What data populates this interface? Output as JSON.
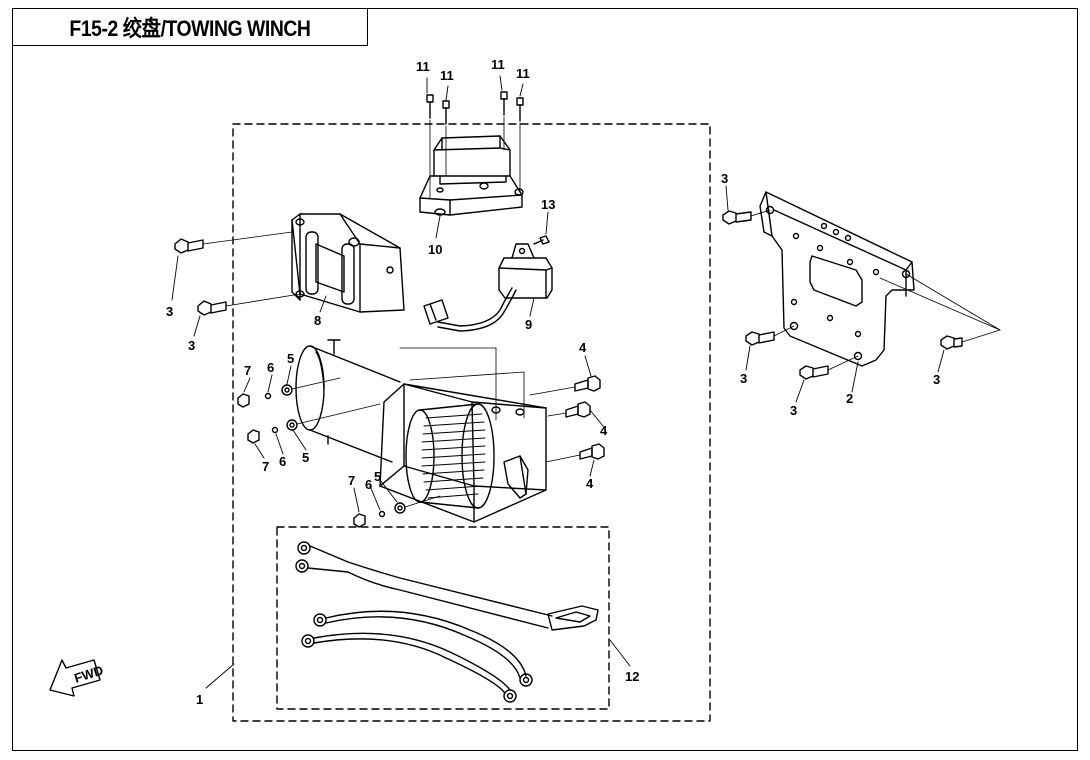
{
  "title": "F15-2 绞盘/TOWING WINCH",
  "fwd_label": "FWD",
  "callouts": [
    "1",
    "2",
    "3",
    "3",
    "3",
    "3",
    "3",
    "3",
    "4",
    "4",
    "4",
    "5",
    "5",
    "5",
    "6",
    "6",
    "6",
    "7",
    "7",
    "7",
    "8",
    "9",
    "10",
    "11",
    "11",
    "11",
    "11",
    "12",
    "13"
  ]
}
